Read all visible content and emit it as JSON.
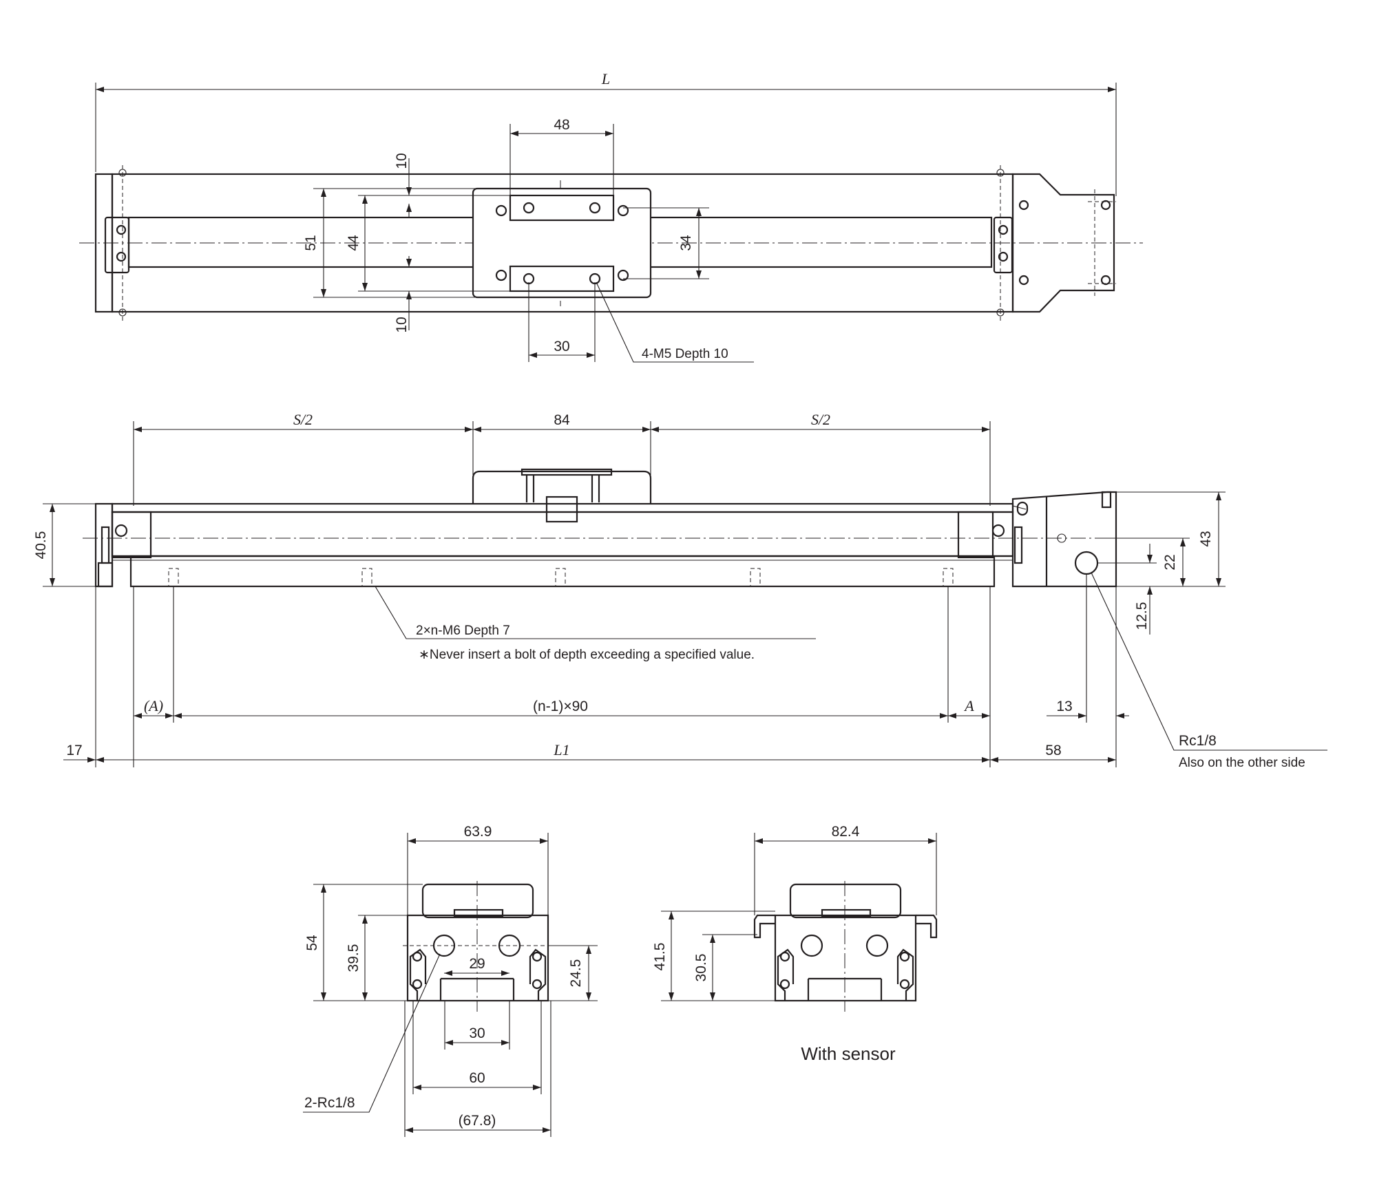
{
  "drawing": {
    "top_view": {
      "length_label": "L",
      "table_hole_pitch_x": "48",
      "table_hole_pitch_x_lower": "30",
      "gap_upper": "10",
      "gap_lower": "10",
      "rail_width": "51",
      "inner_width": "44",
      "table_hole_pitch_y": "34",
      "hole_callout": "4-M5 Depth 10"
    },
    "side_view": {
      "stroke_half_left": "S/2",
      "table_length": "84",
      "stroke_half_right": "S/2",
      "height_left": "40.5",
      "height_right": "43",
      "port_height": "22",
      "port_offset": "12.5",
      "mount_callout": "2×n-M6 Depth 7",
      "mount_note": "∗Never insert a bolt of depth exceeding a specified value.",
      "end_margin_left": "(A)",
      "pitch_label": "(n-1)×90",
      "end_margin_right": "A",
      "port_from_end": "13",
      "left_end": "17",
      "body_length": "L1",
      "motor_end": "58",
      "port_callout": "Rc1/8",
      "port_note": "Also on the other side"
    },
    "end_view": {
      "table_width": "63.9",
      "total_height": "54",
      "body_height": "39.5",
      "port_spacing": "29",
      "port_height": "24.5",
      "mount_width_inner": "30",
      "mount_width": "60",
      "overall_width": "(67.8)",
      "port_callout": "2-Rc1/8"
    },
    "sensor_view": {
      "overall_width": "82.4",
      "height": "41.5",
      "sensor_height": "30.5",
      "caption": "With sensor"
    }
  }
}
